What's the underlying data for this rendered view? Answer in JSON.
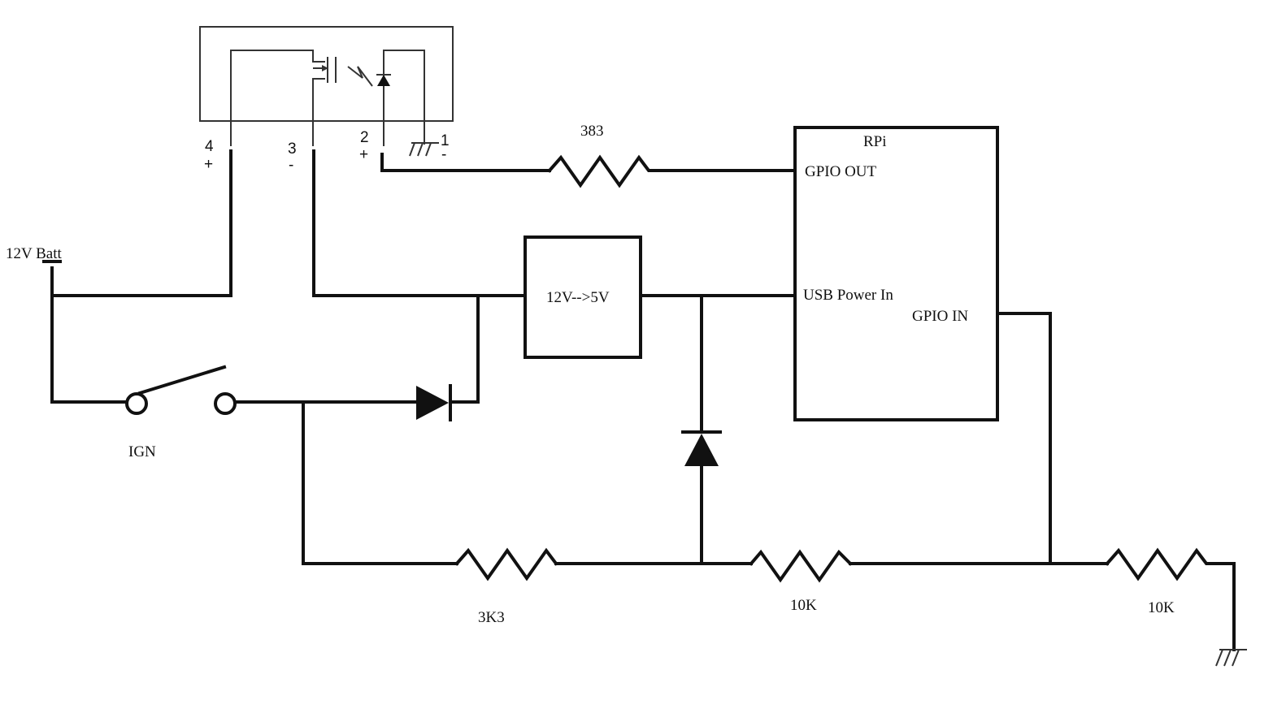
{
  "optocoupler": {
    "pins": [
      {
        "num": "4",
        "sign": "+"
      },
      {
        "num": "3",
        "sign": "-"
      },
      {
        "num": "2",
        "sign": "+"
      },
      {
        "num": "1",
        "sign": "-"
      }
    ]
  },
  "labels": {
    "batt": "12V Batt",
    "ign": "IGN",
    "r_gpio_out": "383",
    "regulator": "12V-->5V",
    "rpi": "RPi",
    "gpio_out": "GPIO OUT",
    "usb_power_in": "USB Power In",
    "gpio_in": "GPIO IN",
    "r_3k3": "3K3",
    "r_10k_a": "10K",
    "r_10k_b": "10K"
  }
}
